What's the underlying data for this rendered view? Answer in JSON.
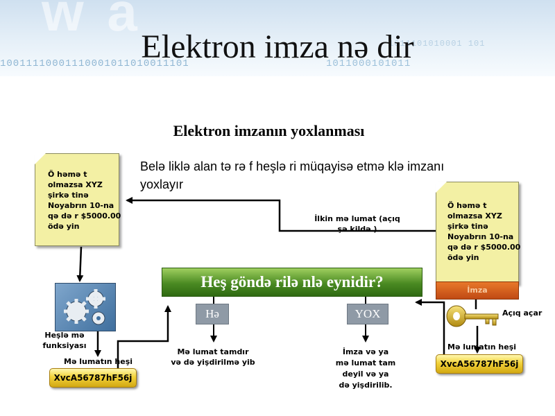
{
  "slide": {
    "title": "Elektron imza nə dir",
    "subtitle": "Elektron imzanın yoxlanması",
    "compare_text": "Belə liklə alan tə rə f heşlə ri müqayisə etmə klə imzanı yoxlayır"
  },
  "banner": {
    "ghost_text": "w a",
    "binary_left": "10011110001110001011010011101",
    "binary_right": "1011000101011",
    "binary_top": "1011101010001 101"
  },
  "left_document": {
    "text": "Ö həmə t\nolmazsa XYZ\nşirkə tinə\nNoyabrın 10-na\nqə də r $5000.00\nödə yin"
  },
  "right_document": {
    "text": "Ö həmə t\nolmazsa XYZ\nşirkə tinə\nNoyabrın 10-na\nqə də r $5000.00\nödə yin",
    "signature_label": "İmza"
  },
  "original_message_label": "İlkin mə lumat (açıq\nşə kildə )",
  "hash_function_label": "Heşlə mə\nfunksiyası",
  "left_hash": {
    "caption": "Mə lumatın heşi",
    "value": "XvcA56787hF56j"
  },
  "right_hash": {
    "caption": "Mə lumatın heşi",
    "value": "XvcA56787hF56j"
  },
  "public_key_label": "Açıq açar",
  "question": "Heş göndə rilə nlə eynidir?",
  "answers": {
    "yes": {
      "label": "Hə",
      "result": "Mə lumat tamdır\nvə də yişdirilmə yib"
    },
    "no": {
      "label": "YOX",
      "result": "İmza və ya\nmə lumat tam\ndeyil və ya\ndə yişdirilib."
    }
  },
  "colors": {
    "document": "#f3f0a4",
    "hash_box": "#f2d23a",
    "question_bar": "#4a8a22",
    "answer_box": "#8f9aa6",
    "signature_bar": "#c04a14"
  },
  "icons": {
    "hash_function": "gears-icon",
    "public_key": "key-icon"
  }
}
